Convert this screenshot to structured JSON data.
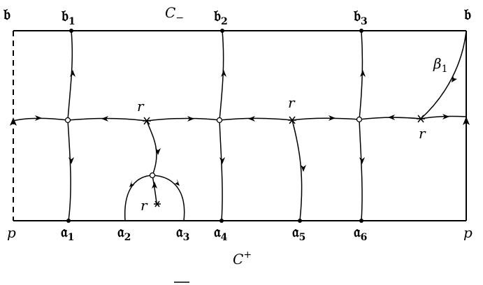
{
  "labels": {
    "b_top_left": "𝔟",
    "b1": "𝔟",
    "b1_sub": "1",
    "c_minus": "C",
    "c_minus_sub": "−",
    "b2": "𝔟",
    "b2_sub": "2",
    "b3": "𝔟",
    "b3_sub": "3",
    "b_top_right": "𝔟",
    "beta1": "β",
    "beta1_sub": "1",
    "r_1": "r",
    "r_2": "r",
    "r_3": "r",
    "r_4": "r",
    "p_left": "p",
    "a1": "𝔞",
    "a1_sub": "1",
    "a2": "𝔞",
    "a2_sub": "2",
    "a3": "𝔞",
    "a3_sub": "3",
    "a4": "𝔞",
    "a4_sub": "4",
    "a5": "𝔞",
    "a5_sub": "5",
    "a6": "𝔞",
    "a6_sub": "6",
    "p_right": "p",
    "c_plus": "C",
    "c_plus_sup": "+"
  }
}
